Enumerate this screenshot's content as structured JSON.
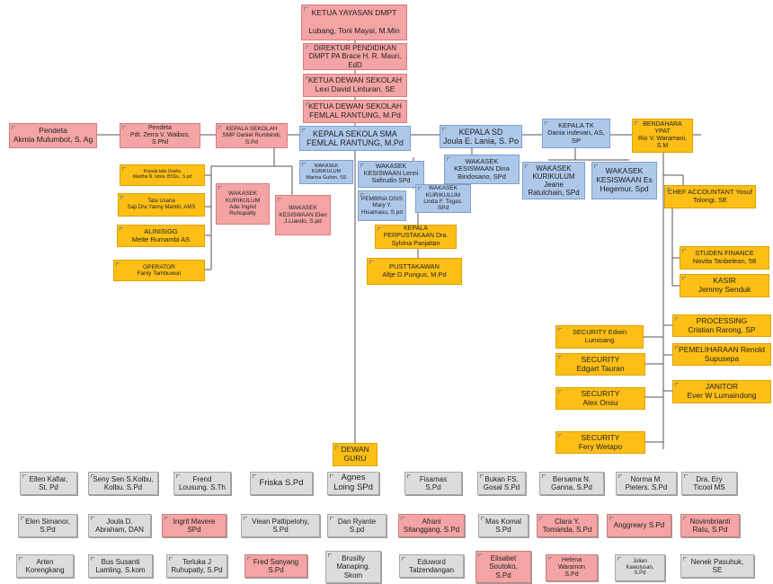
{
  "leadership": {
    "ketua_yayasan": "KETUA YAYASAN DMPT\n\nLubang, Toni Mayai, M.Min",
    "direktur": "DIREKTUR PENDIDIKAN\nDMPT PA Brace H. R. Mauri,\nEdD",
    "ketua_dewan_1": "KETUA DEWAN SEKOLAH\nLexi David Linturan, SE",
    "ketua_dewan_2": "KETUA DEWAN SEKOLAH\nFEMLAL RANTUNG, M.Pd",
    "kepala_sma": "KEPALA SEKOLA SMA\nFEMLAL RANTUNG, M.Pd",
    "kepala_sd": "KEPALA SD\nJoula E. Lania, S. Po",
    "kepala_tk": "KEPALA TK\nDania indevan, AS,\nSP",
    "bendahara": "BENDAHARA YPAT\nRio V. Waramani,\nS.M"
  },
  "left_branch": {
    "pendeta_1": "Pendeta\nAkmia Mulumbot, S. Ag",
    "pendeta_2": "Pendeta\nPdt. Zerra V. Waibus,\nS.Phil",
    "kepala_smp": "KEPALA SEKOLAH\nSMP Daniel Rumbindi,\nS.Pd",
    "kepala_tata_usaha": "Kepala tata Usaha\nMaritha N. Isbra, BSSo.. S.pd",
    "tata_usaha": "Tata Usana\nSap Dra Yanny Mantiri, AMS",
    "alinisigg": "ALINISIGG\nMeite Rumambi AS",
    "operator": "OPERATOR\nFanly Tambuwun",
    "wakasek_kurikulum_smp": "WAKASEK\nKURIKULUM\nAde Ingrid\nRuhupatty",
    "wakasek_kesiswaan_smp": "WAKASEK\nKESISWAAN Elen\nJ.Liando, S.pd"
  },
  "sma_branch": {
    "wakasek_kurikulum": "WAKASEK\nKURIKULUM\nMarina Gulton, SS",
    "wakasek_kesiswaan": "WAKASEK\nKESISWAAN Lenni\nSafirudin SPd",
    "pembina_osis": "PEMBINA OSIS\nMary Y.\nHisamasu, S.pd",
    "wakasek_kurikulum_2": "WAKASEK\nKURIKULUM\nLinda F. Togas.\nSPd",
    "kepala_perpustakaan": "KEPALA\nPERPUSTAKAAN Dra.\nSylvina Panjaitan",
    "pustakawan": "PUSTTAKAWAN\nAltje D.Pungus, M.Pd",
    "dewan_guru": "DEWAN\nGURU"
  },
  "sd_tk_branch": {
    "wakasek_kesiswaan_sd": "WAKASEK\nKESISWAAN Dina\nBindosano, SPd",
    "wakasek_kurikulum_tk": "WAKASEK\nKURIKULUM\nJeane\nRatulchain, SPd",
    "wakasek_kesiswaan_tk": "WAKASEK\nKESISWAAN Es\nHegemur, Spd"
  },
  "finance_branch": {
    "chief_accountant": "CHEF ACCOUNTANT Yosuf\nTolongi, SE",
    "studen_finance": "STUDEN FINANCE\nNovita Tanbelean, 58",
    "kasir": "KASIR\nJemmy Senduk",
    "processing": "PROCESSING\nCristian Rarong, SP",
    "pemeliharaan": "PEMELIHARAAN Renold\nSupusepa",
    "janitor": "JANITOR\nEver W Lumaindong",
    "security_1": "SECURITY Edwin\nLumisang",
    "security_2": "SECURITY\nEdgart Tauran",
    "security_3": "SECURITY\nAlex Onsu",
    "security_4": "SECURITY\nFery Wetapo"
  },
  "teachers_row1": [
    "Ellen Kafiar,\nSt. Pd",
    "Seny Sen S.Kolbu,\nKolbu. S.Pd",
    "Frend\nLousung. S.Th",
    "Friska S.Pd",
    "Agnes\nLoing SPd",
    "Fisamas\nS.Pd",
    "Bukan FS.\nGosal S.Pd",
    "Bersama N.\nGanna, S.Pd",
    "Norma M.\nPieters. S.Pd",
    "Dra. Ery\nTicool MS"
  ],
  "teachers_row2": [
    "Elen Simanor,\nS.Pd",
    "Joula D.\nAbraham, DAN",
    "Ingrit Mavere\nSPd",
    "Viean Pattipelohy,\nS.Pd",
    "Dan Ryante\nS.pd",
    "Afrani\nSitanggang, S.Pd",
    "Mas Komal\nS.Pd",
    "Clara Y.\nTomanda, S.Pd",
    "Anggreary S.Pd",
    "Novimbrianti\nRatu, S.Pd"
  ],
  "teachers_row3": [
    "Arten\nKorengkang",
    "Bus Susanti\nLamling. S.kom",
    "Terluka J\nRuhupatly, S.Pd",
    "Fred Sanyang\nS.Pd",
    "Brusilly\nManaping.\nSkom",
    "Eduword\nTalzendangan",
    "Elisabet\nSoutoko,\nS.Pd",
    "Helena\nWaramon\nS.Pd",
    "Julian\nKawulusan,\nS.Pd",
    "Nenek Pasuhuk,\nSE"
  ]
}
